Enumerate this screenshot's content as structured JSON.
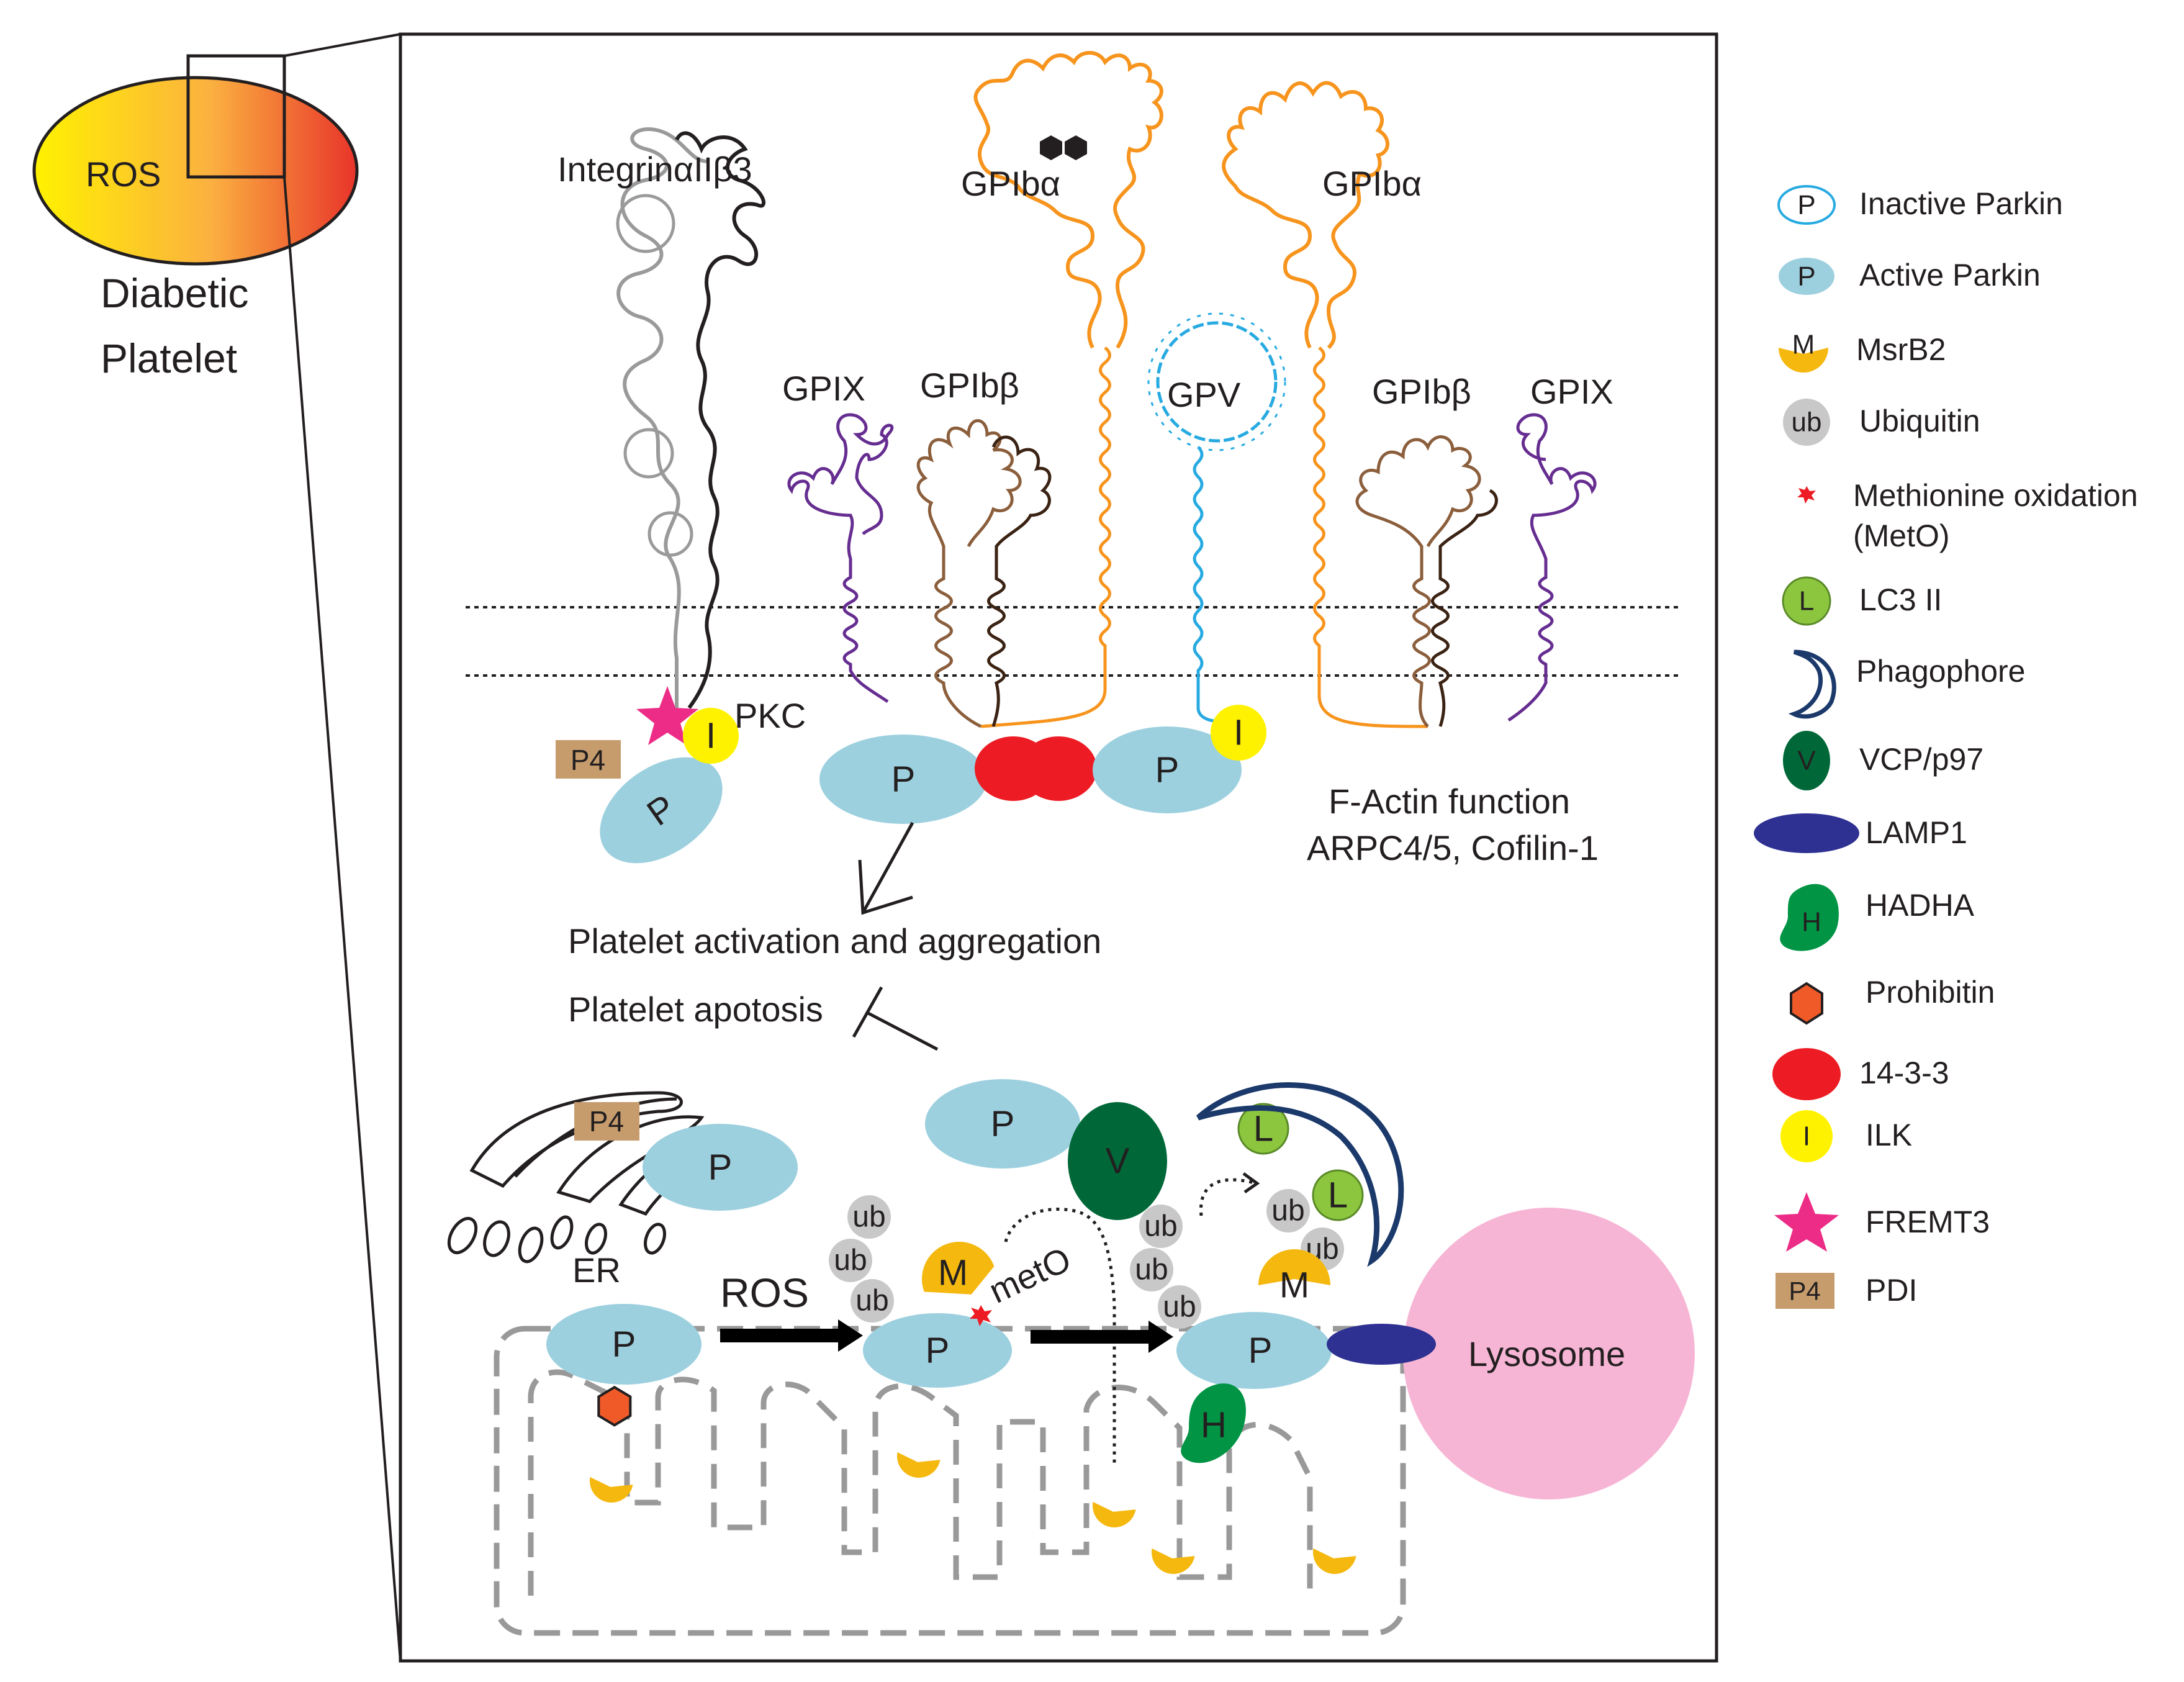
{
  "cell": {
    "ros": "ROS",
    "title_line1": "Diabetic",
    "title_line2": "Platelet"
  },
  "membrane": {
    "integrin": "IntegrinαIIβ3",
    "gpiba_left": "GPIbα",
    "gpiba_right": "GPIbα",
    "gpix_left": "GPIX",
    "gpibb_left": "GPIbβ",
    "gpv": "GPV",
    "gpibb_right": "GPIbβ",
    "gpix_right": "GPIX",
    "pkc": "PKC",
    "factin_line1": "F-Actin function",
    "factin_line2": "ARPC4/5, Cofilin-1"
  },
  "outcomes": {
    "activation": "Platelet activation and aggregation",
    "apoptosis": "Platelet apotosis"
  },
  "mito": {
    "er": "ER",
    "ros_arrow": "ROS",
    "meto": "metO",
    "lysosome": "Lysosome"
  },
  "glyphs": {
    "parkin": "P",
    "pdi": "P4",
    "ilk": "I",
    "vcp": "V",
    "msrb2": "M",
    "ub": "ub",
    "lc3": "L",
    "hadha": "H"
  },
  "legend": {
    "items": [
      {
        "icon": "inactive-parkin-icon",
        "label": "Inactive Parkin"
      },
      {
        "icon": "active-parkin-icon",
        "label": "Active Parkin"
      },
      {
        "icon": "msrb2-icon",
        "label": "MsrB2"
      },
      {
        "icon": "ubiquitin-icon",
        "label": "Ubiquitin"
      },
      {
        "icon": "methionine-oxidation-icon",
        "label": "Methionine oxidation",
        "label2": "(MetO)"
      },
      {
        "icon": "lc3-icon",
        "label": "LC3 II"
      },
      {
        "icon": "phagophore-icon",
        "label": "Phagophore"
      },
      {
        "icon": "vcp-icon",
        "label": "VCP/p97"
      },
      {
        "icon": "lamp1-icon",
        "label": "LAMP1"
      },
      {
        "icon": "hadha-icon",
        "label": "HADHA"
      },
      {
        "icon": "prohibitin-icon",
        "label": "Prohibitin"
      },
      {
        "icon": "protein-14-3-3-icon",
        "label": "14-3-3"
      },
      {
        "icon": "ilk-icon",
        "label": "ILK"
      },
      {
        "icon": "fremt3-icon",
        "label": "FREMT3"
      },
      {
        "icon": "pdi-icon",
        "label": "PDI"
      }
    ]
  },
  "colors": {
    "parkin": "#9dd0df",
    "ilk": "#fff200",
    "fremt3": "#ec2c86",
    "msrb2": "#f5b80f",
    "ubiquitin": "#c8c8c8",
    "lc3": "#8cc63f",
    "vcp": "#006838",
    "lamp1": "#2e3192",
    "hadha": "#009444",
    "prohibitin": "#f05a28",
    "protein_14_3_3": "#ed1c24",
    "pdi": "#c69c6d",
    "lysosome": "#f7b5d5",
    "gpiba": "#f7941d",
    "gpv": "#27aae1",
    "gpix": "#662d91",
    "gpibb": "#8b5e3c",
    "integrin_alpha": "#9a9a9a",
    "mito_outline": "#999999",
    "phagophore": "#1b3a6b"
  }
}
